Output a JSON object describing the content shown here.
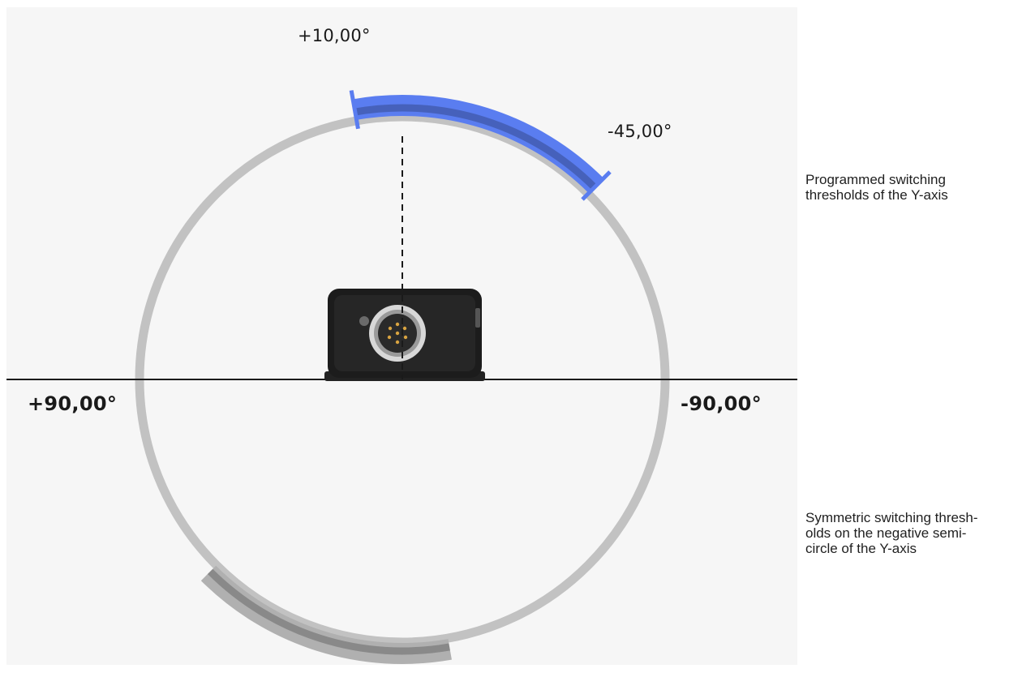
{
  "labels": {
    "upper_threshold": "+10,00°",
    "lower_threshold": "-45,00°",
    "left_axis": "+90,00°",
    "right_axis": "-90,00°"
  },
  "notes": {
    "programmed": [
      "Programmed switching",
      "thresholds of the Y-axis"
    ],
    "symmetric": [
      "Symmetric switching thresh-",
      "olds on the negative semi-",
      "circle of the Y-axis"
    ]
  },
  "thresholds": {
    "start_deg": 10,
    "end_deg": -45
  },
  "colors": {
    "background": "#f6f6f6",
    "ring": "#c2c2c2",
    "programmed_band": "#5a7df0",
    "mirrored_band": "#b0b0b0",
    "band_core": "#000000",
    "horizon": "#1a1a1a",
    "sensor_body": "#1c1c1c",
    "connector_pins": "#d9a441"
  },
  "icons": {
    "sensor": "inclination-sensor-icon",
    "connector": "round-connector-icon"
  }
}
